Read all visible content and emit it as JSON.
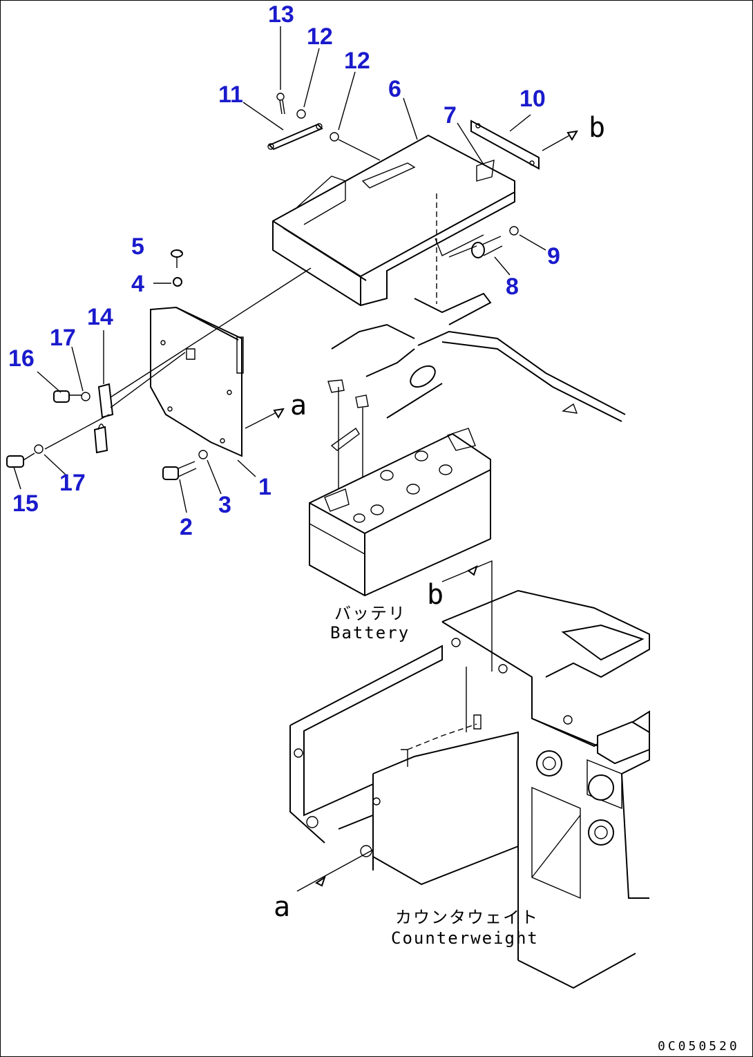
{
  "part_numbers": [
    {
      "id": "p13",
      "label": "13"
    },
    {
      "id": "p12a",
      "label": "12"
    },
    {
      "id": "p12b",
      "label": "12"
    },
    {
      "id": "p11",
      "label": "11"
    },
    {
      "id": "p6",
      "label": "6"
    },
    {
      "id": "p7",
      "label": "7"
    },
    {
      "id": "p10",
      "label": "10"
    },
    {
      "id": "p5",
      "label": "5"
    },
    {
      "id": "p4",
      "label": "4"
    },
    {
      "id": "p9",
      "label": "9"
    },
    {
      "id": "p8",
      "label": "8"
    },
    {
      "id": "p14",
      "label": "14"
    },
    {
      "id": "p17a",
      "label": "17"
    },
    {
      "id": "p16",
      "label": "16"
    },
    {
      "id": "p1",
      "label": "1"
    },
    {
      "id": "p3",
      "label": "3"
    },
    {
      "id": "p2",
      "label": "2"
    },
    {
      "id": "p15",
      "label": "15"
    },
    {
      "id": "p17b",
      "label": "17"
    }
  ],
  "view_callouts": {
    "a_top": "a",
    "b_top": "b",
    "b_lower": "b",
    "a_bottom": "a"
  },
  "captions": {
    "battery_jp": "バッテリ",
    "battery_en": "Battery",
    "counterweight_jp": "カウンタウェイト",
    "counterweight_en": "Counterweight"
  },
  "drawing_code": "0C050520",
  "colors": {
    "part_number": "#1a1acc",
    "line": "#000000"
  }
}
